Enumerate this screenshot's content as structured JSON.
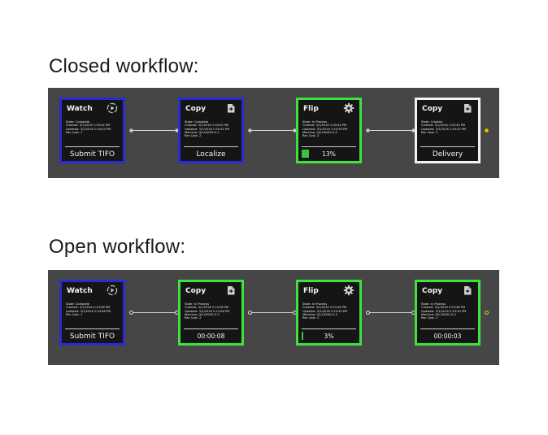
{
  "closed": {
    "title": "Closed workflow:",
    "nodes": [
      {
        "name": "Watch",
        "icon": "play-circle-icon",
        "lines": [
          "State: Complete",
          "Created: 3/1/2016 1:50:42 PM",
          "Updated: 3/1/2016 1:50:42 PM",
          "Rec Cost: 1"
        ],
        "footer": "Submit TIFO"
      },
      {
        "name": "Copy",
        "icon": "copy-document-icon",
        "lines": [
          "State: Complete",
          "Created: 3/1/2016 1:50:42 PM",
          "Updated: 3/1/2016 1:50:52 PM",
          "Machine: QA-C6100-5-3",
          "Rec Cost: 2"
        ],
        "footer": "Localize"
      },
      {
        "name": "Flip",
        "icon": "gear-icon",
        "lines": [
          "State: In Process",
          "Created: 3/1/2016 1:50:42 PM",
          "Updated: 3/1/2016 1:50:59 PM",
          "Machine: QA-C6100-5-3",
          "Rec Cost: 2"
        ],
        "footer": "13%",
        "progress": 0.13
      },
      {
        "name": "Copy",
        "icon": "copy-document-icon",
        "lines": [
          "State: Created",
          "Created: 3/1/2016 1:50:42 PM",
          "Updated: 3/1/2016 1:50:42 PM",
          "Rec Cost: 2"
        ],
        "footer": "Delivery"
      }
    ]
  },
  "open": {
    "title": "Open workflow:",
    "nodes": [
      {
        "name": "Watch",
        "icon": "play-circle-icon",
        "lines": [
          "State: Complete",
          "Created: 3/1/2016 2:23:48 PM",
          "Updated: 3/1/2016 2:23:48 PM",
          "Rec Cost: 1"
        ],
        "footer": "Submit TIFO"
      },
      {
        "name": "Copy",
        "icon": "copy-document-icon",
        "lines": [
          "State: In Process",
          "Created: 3/1/2016 2:23:48 PM",
          "Updated: 3/1/2016 2:23:58 PM",
          "Machine: QA-C6100-5-3",
          "Rec Cost: 2"
        ],
        "footer": "00:00:08"
      },
      {
        "name": "Flip",
        "icon": "gear-icon",
        "lines": [
          "State: In Process",
          "Created: 3/1/2016 2:23:48 PM",
          "Updated: 3/1/2016 2:23:54 PM",
          "Machine: QA-C6100-5-3",
          "Rec Cost: 2"
        ],
        "footer": "3%",
        "progress": 0.03
      },
      {
        "name": "Copy",
        "icon": "copy-document-icon",
        "lines": [
          "State: In Process",
          "Created: 3/1/2016 2:23:48 PM",
          "Updated: 3/1/2016 2:23:54 PM",
          "Machine: QA-C6100-5-3",
          "Rec Cost: 2"
        ],
        "footer": "00:00:03"
      }
    ]
  },
  "colors": {
    "panel": "#464646",
    "complete_border": "#2a2ad6",
    "in_process_border": "#3fe13f",
    "created_border": "#f2f2f2",
    "progress_fill": "#3fbf3f",
    "terminal_dot": "#e8d200"
  }
}
